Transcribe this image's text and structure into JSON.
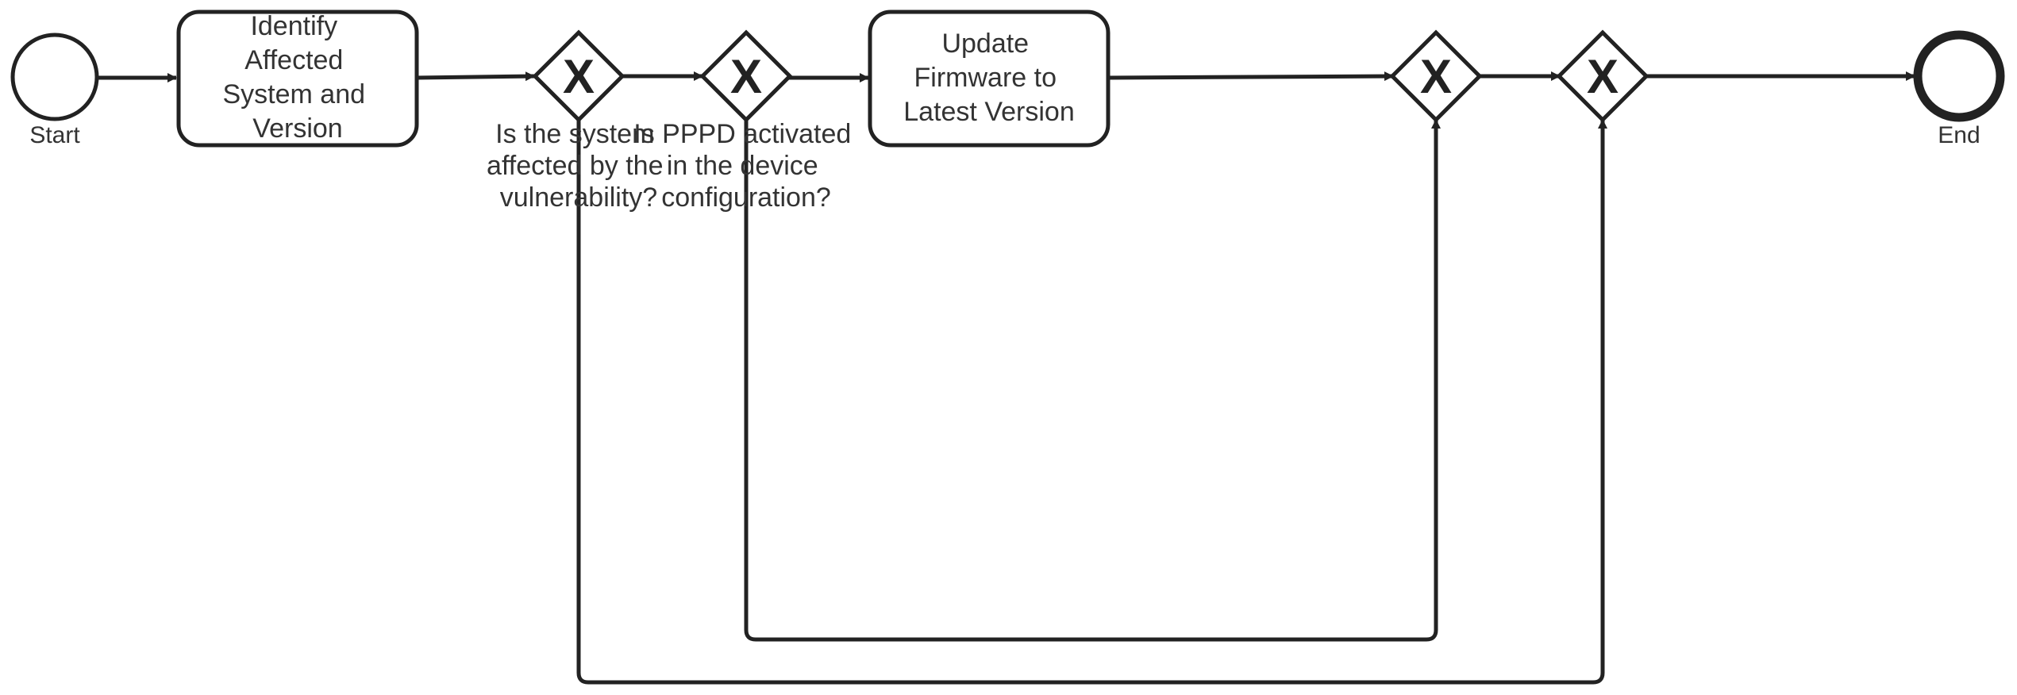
{
  "diagram": {
    "type": "bpmn-process",
    "stroke_color": "#222222",
    "text_color": "#333333",
    "start_event": {
      "label": "Start"
    },
    "end_event": {
      "label": "End"
    },
    "tasks": [
      {
        "id": "identify",
        "lines": [
          "Identify",
          "Affected",
          "System and",
          "Version"
        ]
      },
      {
        "id": "update",
        "lines": [
          "Update",
          "Firmware to",
          "Latest Version"
        ]
      }
    ],
    "gateways": [
      {
        "id": "gw1",
        "kind": "exclusive",
        "marker": "X",
        "lines": [
          "Is the system",
          "affected by the",
          "vulnerability?"
        ]
      },
      {
        "id": "gw2",
        "kind": "exclusive",
        "marker": "X",
        "lines": [
          "Is PPPD activated",
          "in the device",
          "configuration?"
        ]
      },
      {
        "id": "gw3",
        "kind": "exclusive",
        "marker": "X",
        "lines": []
      },
      {
        "id": "gw4",
        "kind": "exclusive",
        "marker": "X",
        "lines": []
      }
    ],
    "flows": [
      {
        "from": "start",
        "to": "identify"
      },
      {
        "from": "identify",
        "to": "gw1"
      },
      {
        "from": "gw1",
        "to": "gw2"
      },
      {
        "from": "gw2",
        "to": "update"
      },
      {
        "from": "update",
        "to": "gw3"
      },
      {
        "from": "gw3",
        "to": "gw4"
      },
      {
        "from": "gw4",
        "to": "end"
      },
      {
        "from": "gw2",
        "to": "gw3"
      },
      {
        "from": "gw1",
        "to": "gw4"
      }
    ]
  }
}
